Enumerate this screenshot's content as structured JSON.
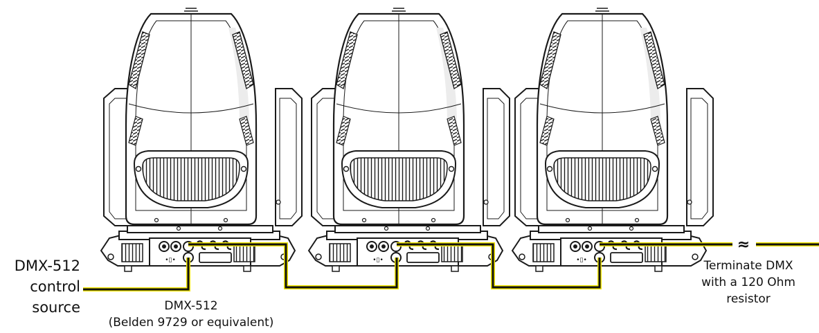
{
  "labels": {
    "source_line1": "DMX-512",
    "source_line2": "control",
    "source_line3": "source",
    "cable_line1": "DMX-512",
    "cable_line2": "(Belden 9729 or equivalent)",
    "terminate_line1": "Terminate DMX",
    "terminate_line2": "with a 120 Ohm",
    "terminate_line3": "resistor",
    "break_symbol": "≈"
  },
  "colors": {
    "cable": "#111111",
    "cable_highlight": "#f2e600",
    "outline": "#1a1a1a",
    "body_fill": "#ffffff",
    "shade_fill": "#ececec"
  },
  "fixtures": [
    {
      "name": "moving-head-1"
    },
    {
      "name": "moving-head-2"
    },
    {
      "name": "moving-head-3"
    }
  ]
}
